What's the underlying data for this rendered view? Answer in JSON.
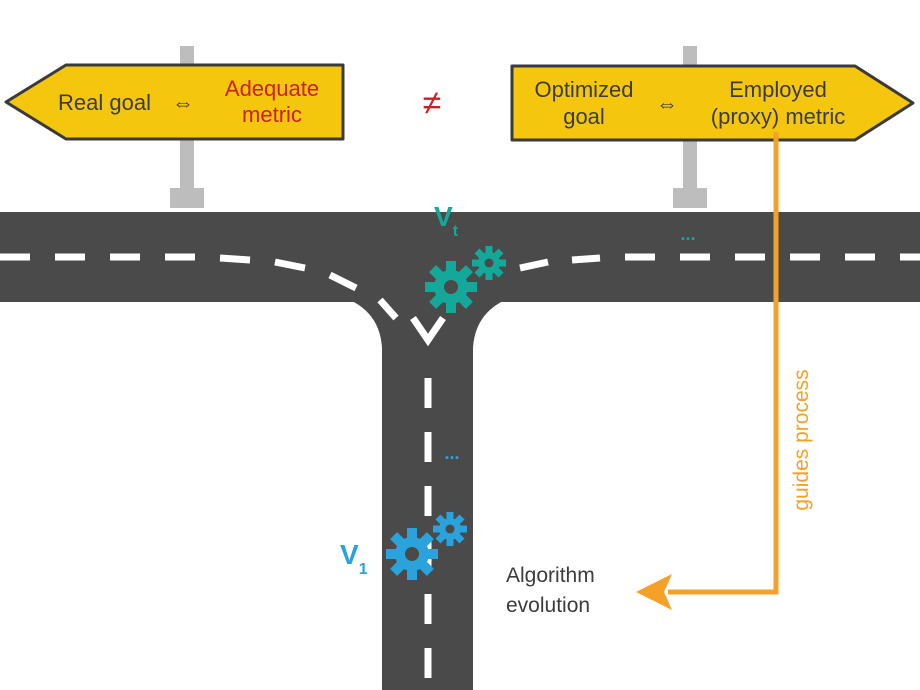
{
  "left_sign": {
    "text_left": "Real goal",
    "equiv": "⇔",
    "text_right_line1": "Adequate",
    "text_right_line2": "metric"
  },
  "right_sign": {
    "text_left_line1": "Optimized",
    "text_left_line2": "goal",
    "equiv": "⇔",
    "text_right_line1": "Employed",
    "text_right_line2": "(proxy) metric"
  },
  "not_equal": "≠",
  "labels": {
    "vt_main": "V",
    "vt_sub": "t",
    "v1_main": "V",
    "v1_sub": "1",
    "ellipsis_top": "...",
    "ellipsis_stem": "...",
    "guides_process": "guides process",
    "algorithm_line1": "Algorithm",
    "algorithm_line2": "evolution"
  },
  "colors": {
    "road": "#4a4a4a",
    "dash": "#ffffff",
    "sign_fill": "#f5c60e",
    "sign_border": "#3a3a3a",
    "post": "#bdbdbd",
    "red": "#cc2020",
    "teal": "#14a89a",
    "blue": "#2aa3dc",
    "orange": "#f5a028",
    "text_dark": "#3c3c3c"
  },
  "icons": {
    "gear_teal": "gear-icon",
    "gear_blue": "gear-icon",
    "arrow": "arrow-left-icon"
  }
}
